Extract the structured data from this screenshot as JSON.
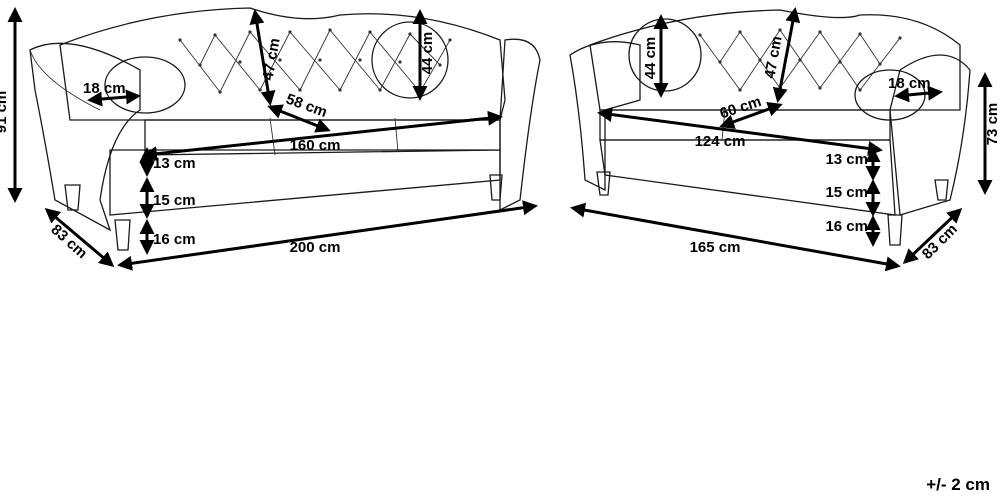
{
  "sofa_3_seater": {
    "height": "91 cm",
    "arm_width": "18 cm",
    "back_height": "47 cm",
    "seat_depth": "58 cm",
    "pillow_diameter": "44 cm",
    "seat_width": "160 cm",
    "cushion_thickness": "13 cm",
    "base_height": "15 cm",
    "leg_height": "16 cm",
    "depth": "83 cm",
    "width": "200 cm"
  },
  "sofa_2_seater": {
    "pillow_diameter": "44 cm",
    "back_height": "47 cm",
    "arm_width": "18 cm",
    "seat_depth": "60 cm",
    "seat_width": "124 cm",
    "height": "73 cm",
    "cushion_thickness": "13 cm",
    "base_height": "15 cm",
    "leg_height": "16 cm",
    "depth": "83 cm",
    "width": "165 cm"
  },
  "tolerance": "+/- 2 cm",
  "colors": {
    "line": "#000000",
    "background": "#ffffff"
  }
}
